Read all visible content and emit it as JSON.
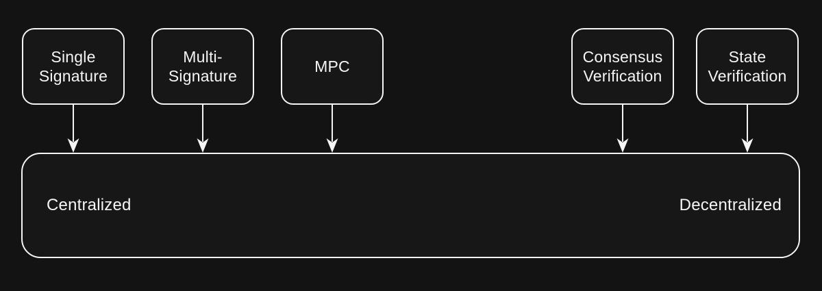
{
  "diagram": {
    "nodes": [
      {
        "id": "single-signature",
        "label": "Single\nSignature"
      },
      {
        "id": "multi-signature",
        "label": "Multi-\nSignature"
      },
      {
        "id": "mpc",
        "label": "MPC"
      },
      {
        "id": "consensus-verification",
        "label": "Consensus\nVerification"
      },
      {
        "id": "state-verification",
        "label": "State\nVerification"
      }
    ],
    "spectrum": {
      "left_label": "Centralized",
      "right_label": "Decentralized"
    },
    "arrows": {
      "count": 5,
      "direction": "down",
      "style": "solid line with barbed filled arrowhead"
    },
    "colors": {
      "background": "#131313",
      "shape_fill": "#171717",
      "stroke": "#f5f5f5",
      "text": "#f5f5f5"
    }
  }
}
